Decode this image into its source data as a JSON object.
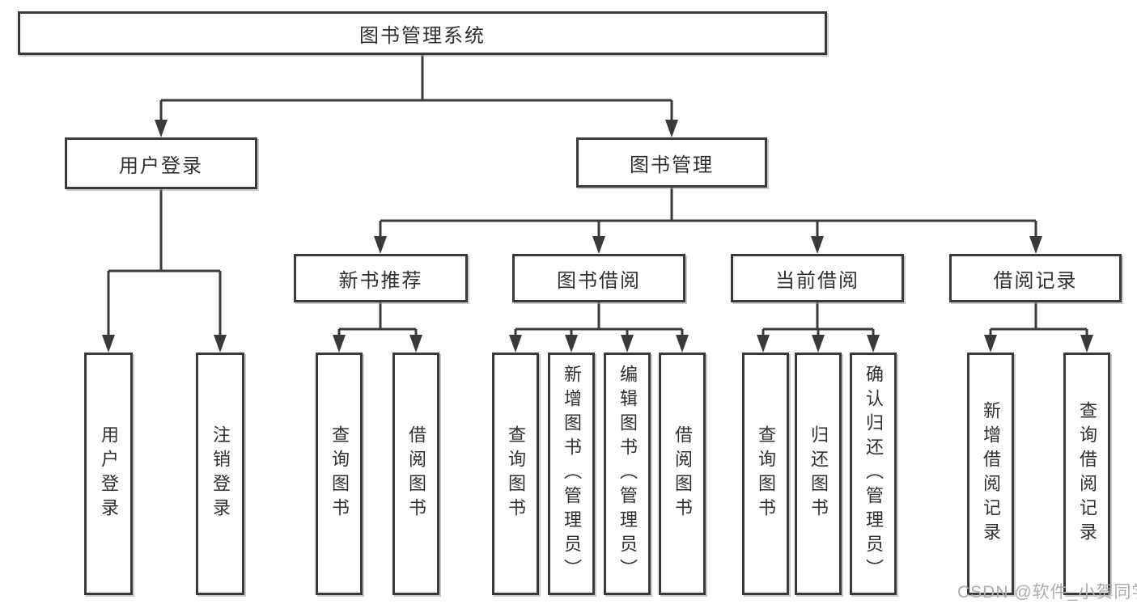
{
  "tree": {
    "label": "图书管理系统",
    "children": [
      {
        "label": "用户登录",
        "children": [
          {
            "label": "用户登录"
          },
          {
            "label": "注销登录"
          }
        ]
      },
      {
        "label": "图书管理",
        "children": [
          {
            "label": "新书推荐",
            "children": [
              {
                "label": "查询图书"
              },
              {
                "label": "借阅图书"
              }
            ]
          },
          {
            "label": "图书借阅",
            "children": [
              {
                "label": "查询图书"
              },
              {
                "label": "新增图书（管理员）"
              },
              {
                "label": "编辑图书（管理员）"
              },
              {
                "label": "借阅图书"
              }
            ]
          },
          {
            "label": "当前借阅",
            "children": [
              {
                "label": "查询图书"
              },
              {
                "label": "归还图书"
              },
              {
                "label": "确认归还（管理员）"
              }
            ]
          },
          {
            "label": "借阅记录",
            "children": [
              {
                "label": "新增借阅记录"
              },
              {
                "label": "查询借阅记录"
              }
            ]
          }
        ]
      }
    ]
  },
  "watermark": {
    "text": "CSDN @软件_小贺同学"
  },
  "colors": {
    "line": "#3a3a3a",
    "border": "#3a3a3a",
    "text": "#303030",
    "background": "#ffffff",
    "watermark": "#adadad"
  }
}
